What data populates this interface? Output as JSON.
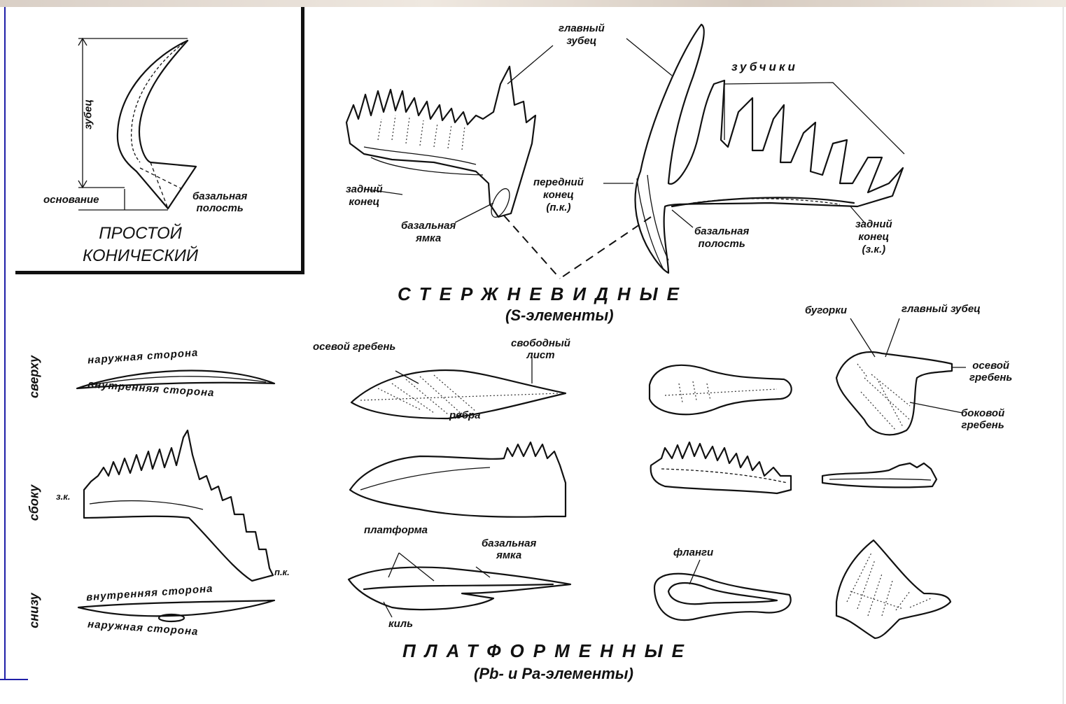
{
  "simple_cone": {
    "tooth_label": "зубец",
    "base_label": "основание",
    "basal_cavity_label": "базальная\nполость",
    "title": "ПРОСТОЙ\nКОНИЧЕСКИЙ"
  },
  "s_elements": {
    "main_cusp": "главный\nзубец",
    "denticles": "зубчики",
    "posterior_end_left": "задний\nконец",
    "basal_pit": "базальная\nямка",
    "anterior_end": "передний\nконец\n(п.к.)",
    "basal_cavity": "базальная\nполость",
    "posterior_end_right": "задний\nконец\n(з.к.)",
    "title": "СТЕРЖНЕВИДНЫЕ",
    "subtitle": "(S-элементы)"
  },
  "views": {
    "top": "сверху",
    "side": "сбоку",
    "bottom": "снизу"
  },
  "bar_element": {
    "outer_side_top": "наружная сторона",
    "inner_side_top": "внутренняя сторона",
    "zk": "з.к.",
    "pk": "п.к.",
    "inner_side_bottom": "внутренняя сторона",
    "outer_side_bottom": "наружная сторона"
  },
  "platform_element": {
    "axial_crest": "осевой гребень",
    "free_blade": "свободный\nлист",
    "ribs": "ребра",
    "platform": "платформа",
    "basal_pit": "базальная\nямка",
    "keel": "киль"
  },
  "other_elements": {
    "flanges": "фланги",
    "nodes": "бугорки",
    "main_cusp": "главный зубец",
    "axial_crest": "осевой\nгребень",
    "lateral_crest": "боковой\nгребень"
  },
  "p_elements": {
    "title": "ПЛАТФОРМЕННЫЕ",
    "subtitle": "(Pb- и Pa-элементы)"
  }
}
